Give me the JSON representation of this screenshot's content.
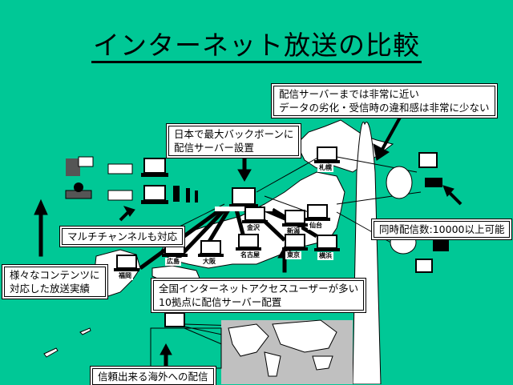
{
  "title": "インターネット放送の比較",
  "colors": {
    "background": "#00c896",
    "land": "#ffffff",
    "ink": "#000000",
    "world_map_bg": "#c0c0c0"
  },
  "callouts": {
    "near_server": [
      "配信サーバーまでは非常に近い",
      "データの劣化・受信時の違和感は非常に少ない"
    ],
    "backbone": [
      "日本で最大バックボーンに",
      "配信サーバー設置"
    ],
    "multichannel": [
      "マルチチャンネルも対応"
    ],
    "contents": [
      "様々なコンテンツに",
      "対応した放送実績"
    ],
    "ten_sites": [
      "全国インターネットアクセスユーザーが多い",
      "10拠点に配信サーバー配置"
    ],
    "simultaneous": [
      "同時配信数:10000以上可能"
    ],
    "overseas": [
      "信頼出来る海外への配信"
    ]
  },
  "cities": [
    {
      "id": "sapporo",
      "label": "札幌"
    },
    {
      "id": "sendai",
      "label": "仙台"
    },
    {
      "id": "kanazawa",
      "label": "金沢"
    },
    {
      "id": "niigata",
      "label": "新潟"
    },
    {
      "id": "nagoya",
      "label": "名古屋"
    },
    {
      "id": "tokyo",
      "label": "東京"
    },
    {
      "id": "yokohama",
      "label": "横浜"
    },
    {
      "id": "osaka",
      "label": "大阪"
    },
    {
      "id": "hiroshima",
      "label": "広島"
    },
    {
      "id": "fukuoka",
      "label": "福岡"
    }
  ],
  "icons": [
    "presenter-icon",
    "parliament-icon",
    "video-camera-icon",
    "encoder-pc-icon",
    "server-rack-icon",
    "backbone-server-icon",
    "client-pc-icon",
    "world-map-icon",
    "arrow-up-icon"
  ]
}
